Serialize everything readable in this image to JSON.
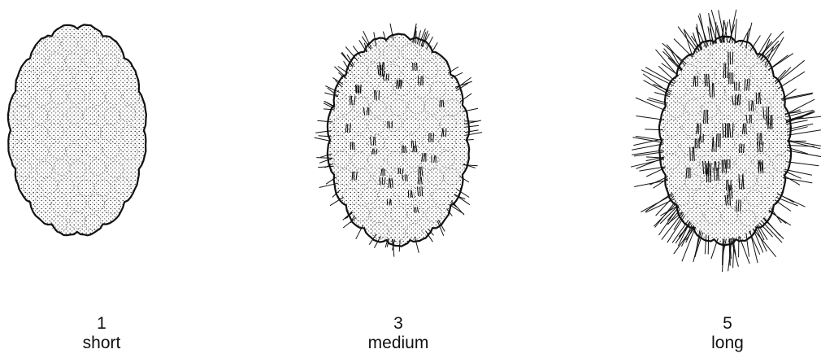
{
  "items": [
    {
      "score": "1",
      "label": "short"
    },
    {
      "score": "3",
      "label": "medium"
    },
    {
      "score": "5",
      "label": "long"
    }
  ],
  "colors": {
    "ink": "#111111",
    "background": "#ffffff"
  }
}
